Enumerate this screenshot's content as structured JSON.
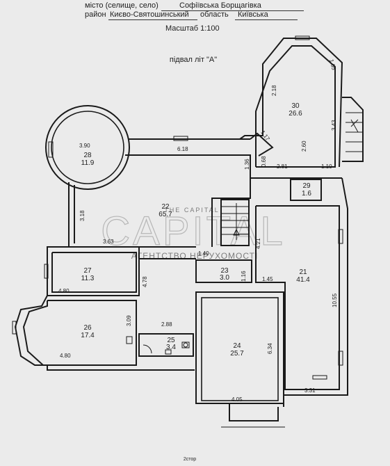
{
  "header": {
    "city_label": "місто (селище, село)",
    "city_value": "Софіївська Борщагівка",
    "district_label": "район",
    "district_value": "Києво-Святошинський",
    "region_label": "область",
    "region_value": "Київська",
    "scale": "Масштаб 1:100"
  },
  "plan_title": "підвал літ \"А\"",
  "rooms": [
    {
      "id": "22",
      "number": "22",
      "area": "65.7"
    },
    {
      "id": "21",
      "number": "21",
      "area": "41.4"
    },
    {
      "id": "24",
      "number": "24",
      "area": "25.7"
    },
    {
      "id": "26",
      "number": "26",
      "area": "17.4"
    },
    {
      "id": "27",
      "number": "27",
      "area": "11.3"
    },
    {
      "id": "28",
      "number": "28",
      "area": "11.9"
    },
    {
      "id": "30",
      "number": "30",
      "area": "26.6"
    },
    {
      "id": "29",
      "number": "29",
      "area": "1.6"
    },
    {
      "id": "23",
      "number": "23",
      "area": "3.0"
    },
    {
      "id": "25",
      "number": "25",
      "area": "3.4"
    }
  ],
  "dimensions": {
    "d390": "3.90",
    "d618": "6.18",
    "d318": "3.18",
    "d363": "3.63",
    "d480a": "4.80",
    "d478": "4.78",
    "d309": "3.09",
    "d288": "2.88",
    "d480b": "4.80",
    "d140": "1.40",
    "d116": "1.16",
    "d145": "1.45",
    "d421": "4.21",
    "d1055": "10.55",
    "d634": "6.34",
    "d405": "4.05",
    "d331": "3.31",
    "d218": "2.18",
    "d165": "1.65",
    "d343": "3.43",
    "d117": "1.17",
    "d260": "2.60",
    "d136": "1.36",
    "d068": "0.68",
    "d281": "2.81",
    "d110": "1.10"
  },
  "watermark": {
    "brand": "THE CAPITAL",
    "sub": "АГЕНТСТВО НЕРУХОМОСТІ"
  },
  "footer": "2стор"
}
